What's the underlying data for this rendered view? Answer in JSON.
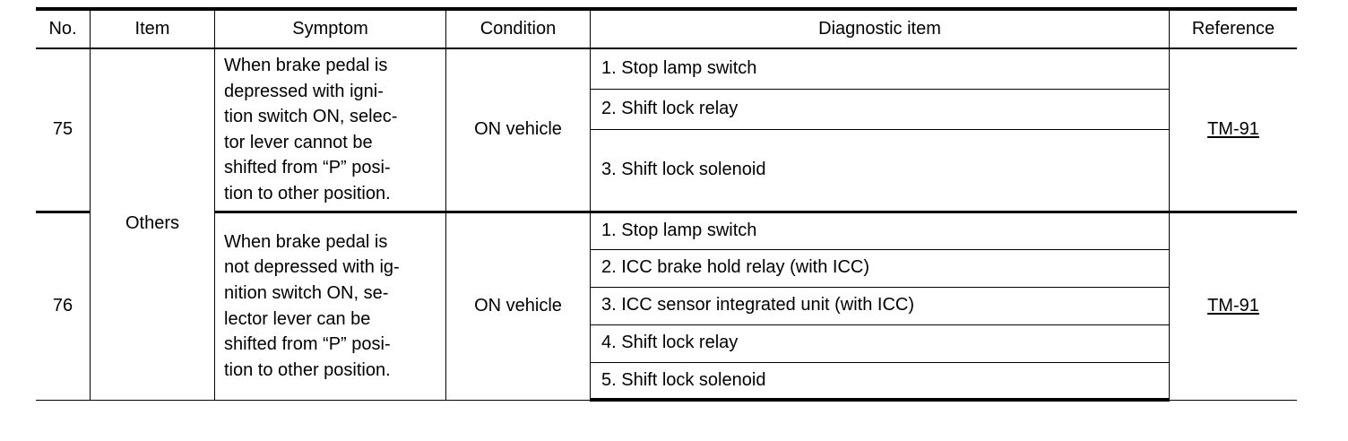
{
  "table": {
    "columns": [
      {
        "key": "no",
        "label": "No."
      },
      {
        "key": "item",
        "label": "Item"
      },
      {
        "key": "symptom",
        "label": "Symptom"
      },
      {
        "key": "condition",
        "label": "Condition"
      },
      {
        "key": "diagnostic",
        "label": "Diagnostic item"
      },
      {
        "key": "reference",
        "label": "Reference"
      }
    ],
    "item_group": "Others",
    "rows": [
      {
        "no": "75",
        "symptom": "When brake pedal is depressed with ignition switch ON, selector lever cannot be shifted from “P” position to other position.",
        "symptom_lines": [
          "When brake pedal is",
          "depressed with igni-",
          "tion switch ON, selec-",
          "tor lever cannot be",
          "shifted from “P” posi-",
          "tion to other position."
        ],
        "condition": "ON vehicle",
        "diagnostic_items": [
          "1. Stop lamp switch",
          "2. Shift lock relay",
          "3. Shift lock solenoid"
        ],
        "reference": "TM-91"
      },
      {
        "no": "76",
        "symptom": "When brake pedal is not depressed with ignition switch ON, selector lever can be shifted from “P” position to other position.",
        "symptom_lines": [
          "When brake pedal is",
          "not depressed with ig-",
          "nition switch ON, se-",
          "lector lever can be",
          "shifted from “P” posi-",
          "tion to other position."
        ],
        "condition": "ON vehicle",
        "diagnostic_items": [
          "1. Stop lamp switch",
          "2. ICC brake hold relay (with ICC)",
          "3. ICC sensor integrated unit (with ICC)",
          "4. Shift lock relay",
          "5. Shift lock solenoid"
        ],
        "reference": "TM-91"
      }
    ]
  }
}
